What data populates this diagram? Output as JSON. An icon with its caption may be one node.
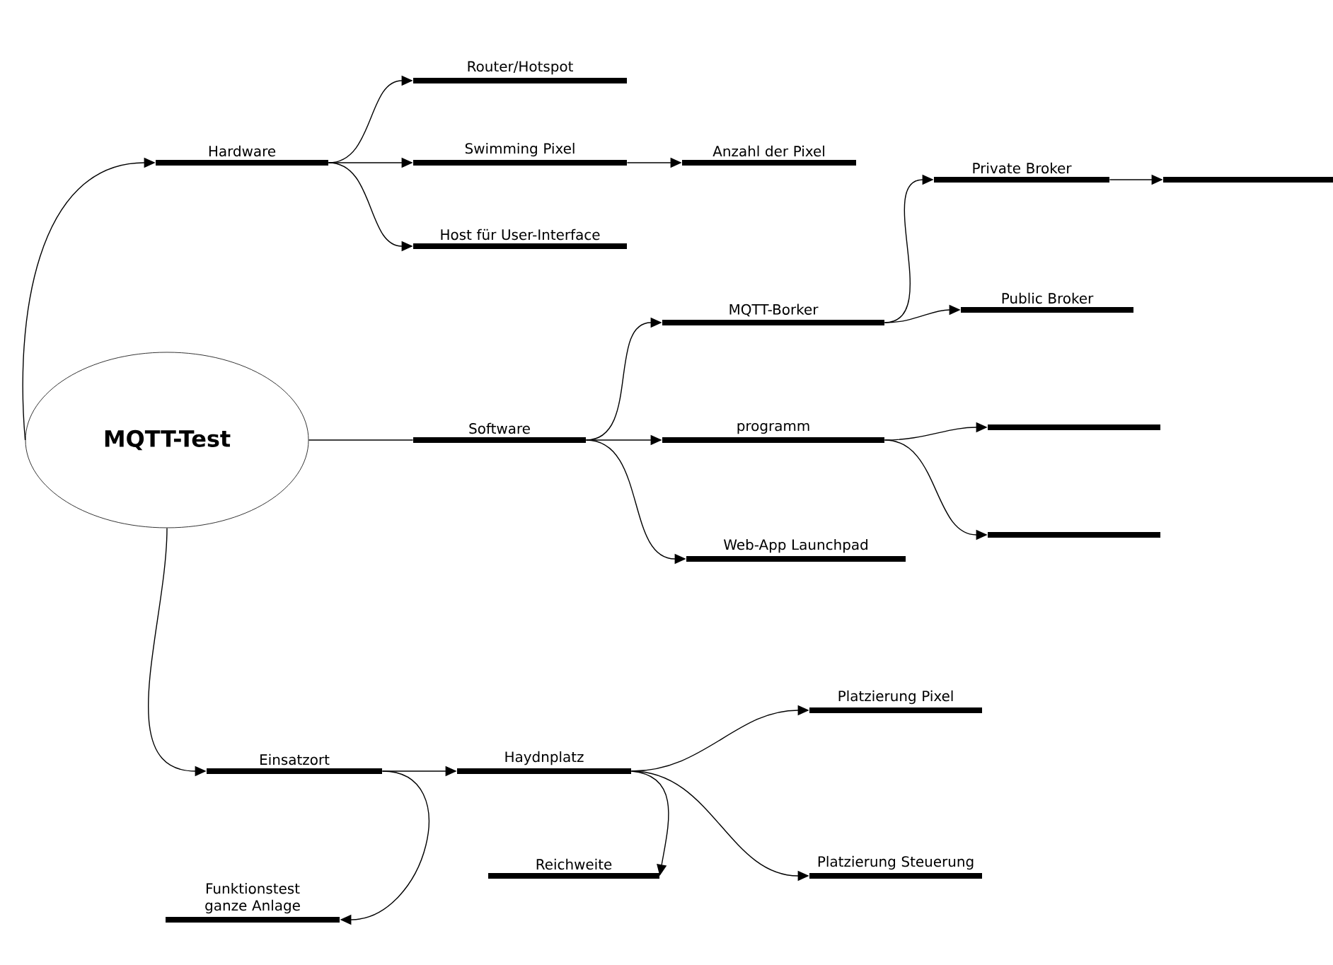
{
  "diagram": {
    "nodes": [
      {
        "text": [
          "MQTT-Test"
        ]
      },
      {
        "text": [
          "Hardware"
        ]
      },
      {
        "text": [
          "Router/Hotspot"
        ]
      },
      {
        "text": [
          "Swimming Pixel"
        ]
      },
      {
        "text": [
          "Anzahl der Pixel"
        ]
      },
      {
        "text": [
          "Host für User-Interface"
        ]
      },
      {
        "text": [
          "Software"
        ]
      },
      {
        "text": [
          "MQTT-Borker"
        ]
      },
      {
        "text": [
          "Private Broker"
        ]
      },
      {
        "text": [],
        "shape": "bar"
      },
      {
        "text": [
          "Public Broker"
        ]
      },
      {
        "text": [
          "programm"
        ]
      },
      {
        "text": [],
        "shape": "bar"
      },
      {
        "text": [],
        "shape": "bar"
      },
      {
        "text": [
          "Web-App Launchpad"
        ]
      },
      {
        "text": [
          "Einsatzort"
        ]
      },
      {
        "text": [
          "Haydnplatz"
        ]
      },
      {
        "text": [
          "Platzierung Pixel"
        ]
      },
      {
        "text": [
          "Reichweite"
        ]
      },
      {
        "text": [
          "Platzierung Steuerung"
        ]
      },
      {
        "text": [
          "Funktionstest ganze Anlage"
        ]
      }
    ],
    "edges": [
      {
        "from": 0,
        "to": 1,
        "arrow": "to"
      },
      {
        "from": 1,
        "to": 2,
        "arrow": "to"
      },
      {
        "from": 1,
        "to": 3,
        "arrow": "to"
      },
      {
        "from": 1,
        "to": 5,
        "arrow": "to"
      },
      {
        "from": 3,
        "to": 4,
        "arrow": "to"
      },
      {
        "from": 0,
        "to": 6,
        "arrow": "none"
      },
      {
        "from": 6,
        "to": 7,
        "arrow": "to"
      },
      {
        "from": 6,
        "to": 11,
        "arrow": "to"
      },
      {
        "from": 6,
        "to": 14,
        "arrow": "to"
      },
      {
        "from": 7,
        "to": 8,
        "arrow": "to"
      },
      {
        "from": 7,
        "to": 10,
        "arrow": "to"
      },
      {
        "from": 8,
        "to": 9,
        "arrow": "to"
      },
      {
        "from": 11,
        "to": 12,
        "arrow": "to"
      },
      {
        "from": 11,
        "to": 13,
        "arrow": "to"
      },
      {
        "from": 0,
        "to": 15,
        "arrow": "to"
      },
      {
        "from": 15,
        "to": 16,
        "arrow": "to"
      },
      {
        "from": 15,
        "to": 20,
        "arrow": "to"
      },
      {
        "from": 16,
        "to": 17,
        "arrow": "to"
      },
      {
        "from": 16,
        "to": 18,
        "arrow": "to"
      },
      {
        "from": 16,
        "to": 19,
        "arrow": "to"
      }
    ]
  }
}
